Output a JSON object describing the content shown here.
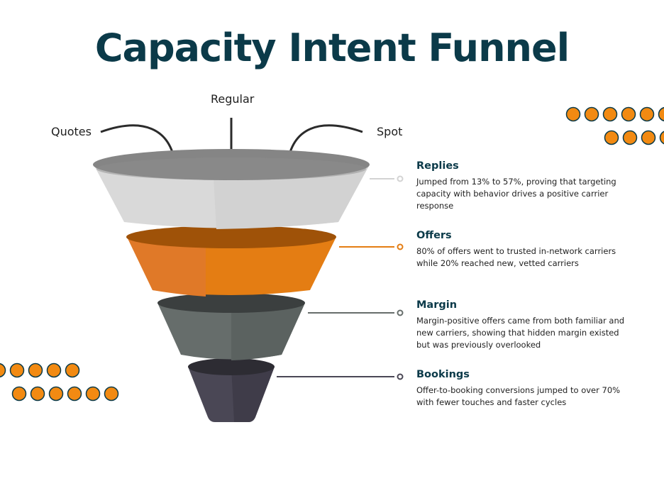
{
  "title": "Capacity Intent Funnel",
  "inputs": {
    "quotes": "Quotes",
    "regular": "Regular",
    "spot": "Spot"
  },
  "stages": [
    {
      "title": "Replies",
      "description": "Jumped from 13% to 57%, proving that targeting capacity with behavior drives a positive carrier response",
      "color": "#d9d9d9"
    },
    {
      "title": "Offers",
      "description": "80% of offers went to trusted in-network carriers while 20% reached new, vetted carriers",
      "color": "#e47d13"
    },
    {
      "title": "Margin",
      "description": "Margin-positive offers came from both familiar and new carriers, showing that hidden margin existed but was previously overlooked",
      "color": "#666d6b"
    },
    {
      "title": "Bookings",
      "description": "Offer-to-booking conversions jumped to over 70% with fewer touches and faster cycles",
      "color": "#4a4755"
    }
  ],
  "accent_color": "#f28a12",
  "outline_color": "#0b3a49"
}
